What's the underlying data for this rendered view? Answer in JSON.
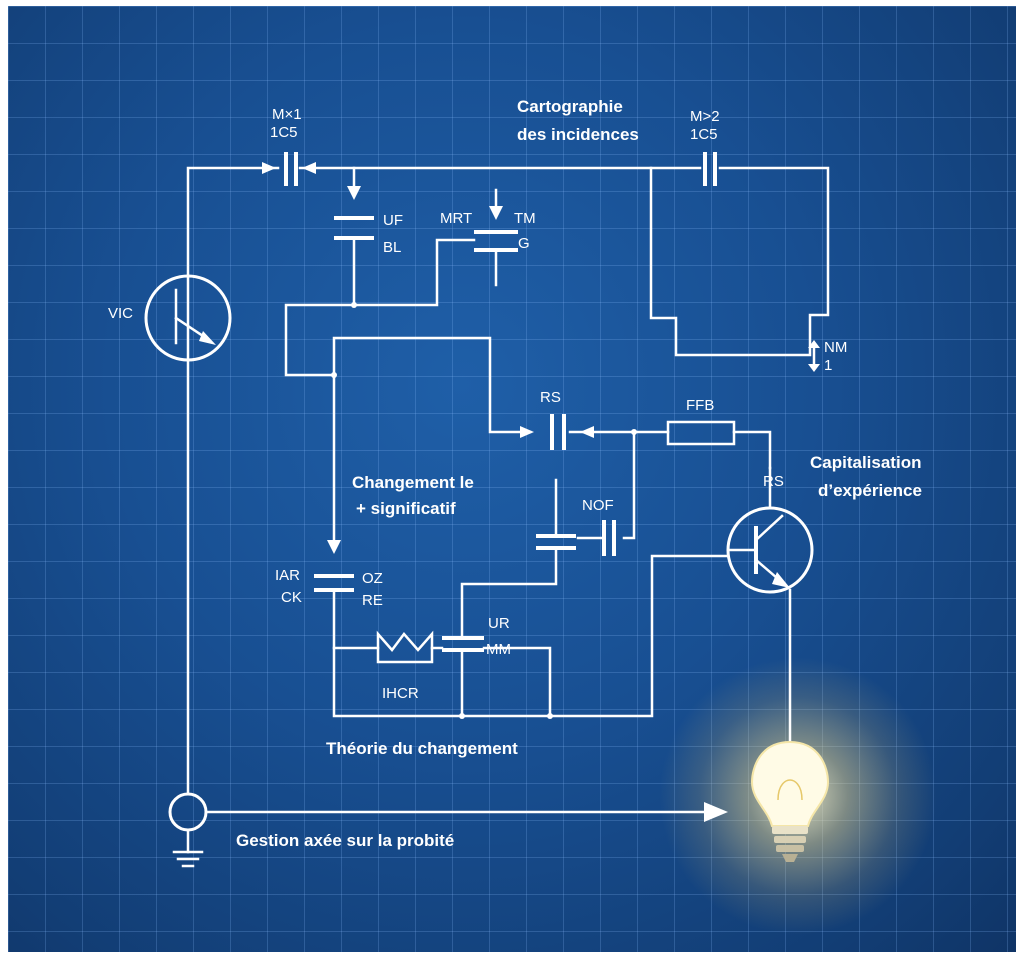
{
  "headings": {
    "cartographie": [
      "Cartographie",
      "des incidences"
    ],
    "changement": [
      "Changement le",
      "+ significatif"
    ],
    "capitalisation": [
      "Capitalisation",
      "d’expérience"
    ],
    "theorie": "Théorie du changement",
    "gestion": "Gestion axée sur la probité"
  },
  "components": {
    "vic": "VIC",
    "mx1": [
      "M×1",
      "1C5"
    ],
    "mx2": [
      "M>2",
      "1C5"
    ],
    "uf_bl": [
      "UF",
      "BL"
    ],
    "mrt": "MRT",
    "tm_g": [
      "TM",
      "G"
    ],
    "nm": [
      "NM",
      "1"
    ],
    "rs_top": "RS",
    "ffb": "FFB",
    "rs_right": "RS",
    "nof": "NOF",
    "iar_ck": [
      "IAR",
      "CK"
    ],
    "oz_re": [
      "OZ",
      "RE"
    ],
    "ur_mm": [
      "UR",
      "MM"
    ],
    "ihcr": "IHCR"
  },
  "colors": {
    "background": "#184f92",
    "grid": "#8cbeff",
    "wire": "#ffffff",
    "bulb_glow": "#fff2c0"
  }
}
